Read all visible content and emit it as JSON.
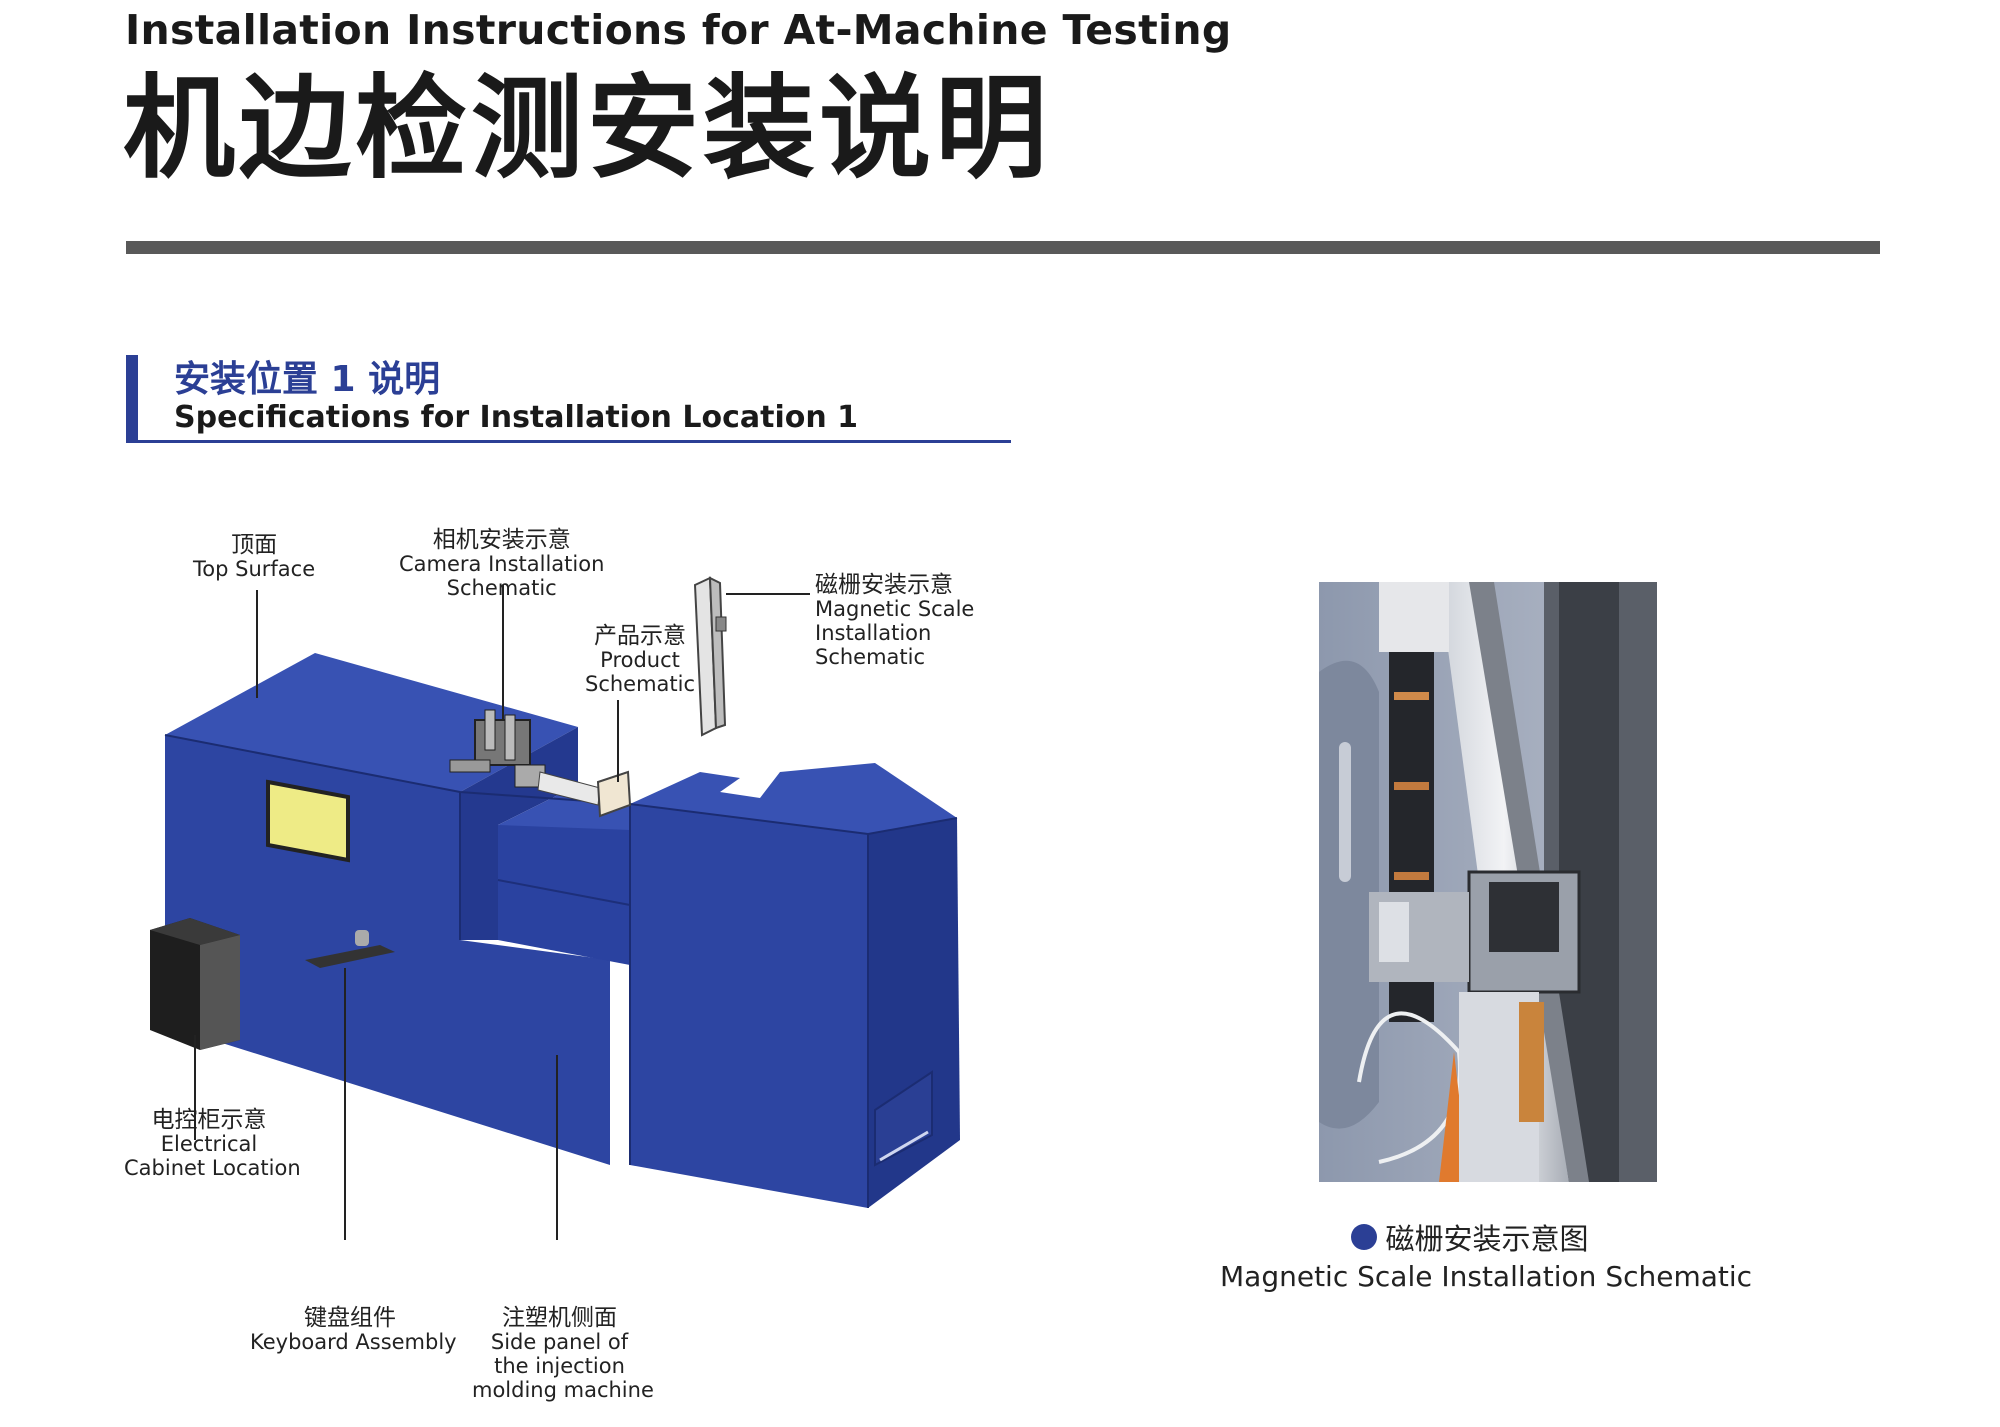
{
  "header": {
    "title_en": "Installation Instructions for At-Machine Testing",
    "title_cn": "机边检测安装说明"
  },
  "section": {
    "title_cn": "安装位置 1 说明",
    "title_en": "Specifications for Installation Location 1"
  },
  "diagram_labels": {
    "top_surface": {
      "cn": "顶面",
      "en": "Top Surface"
    },
    "camera": {
      "cn": "相机安装示意",
      "en1": "Camera Installation",
      "en2": "Schematic"
    },
    "product": {
      "cn": "产品示意",
      "en1": "Product",
      "en2": "Schematic"
    },
    "magnetic": {
      "cn": "磁栅安装示意",
      "en1": "Magnetic Scale",
      "en2": "Installation",
      "en3": "Schematic"
    },
    "cabinet": {
      "cn": "电控柜示意",
      "en1": "Electrical",
      "en2": "Cabinet Location"
    },
    "keyboard": {
      "cn": "键盘组件",
      "en": "Keyboard Assembly"
    },
    "side_panel": {
      "cn": "注塑机侧面",
      "en1": "Side panel of",
      "en2": "the injection",
      "en3": "molding machine"
    }
  },
  "photo_caption": {
    "cn": "磁栅安装示意图",
    "en": "Magnetic Scale Installation Schematic"
  },
  "colors": {
    "accent": "#2b3f95",
    "machine_front": "#2d45a2",
    "machine_top": "#3852b3",
    "machine_side": "#22378a",
    "screen": "#eeeb86",
    "cabinet": "#1e1e1e",
    "rule": "#595959"
  }
}
